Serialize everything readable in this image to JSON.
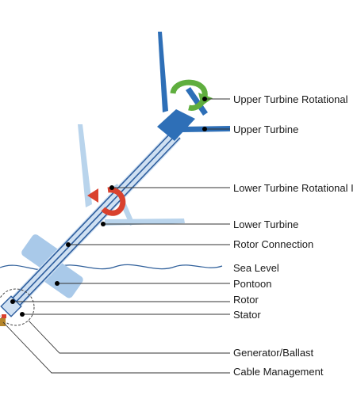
{
  "labels": {
    "upper_turbine_rotational": "Upper Turbine Rotational",
    "upper_turbine": "Upper Turbine",
    "lower_turbine_rotational": "Lower Turbine Rotational I",
    "lower_turbine": "Lower Turbine",
    "rotor_connection": "Rotor Connection",
    "sea_level": "Sea Level",
    "pontoon": "Pontoon",
    "rotor": "Rotor",
    "stator": "Stator",
    "generator_ballast": "Generator/Ballast",
    "cable_management": "Cable Management"
  },
  "colors": {
    "upper_turbine": "#2e6fb7",
    "lower_turbine": "#b9d4ec",
    "pontoon": "#a9c9e9",
    "shaft_outer": "#cfe0f2",
    "shaft_lines": "#2e5e9e",
    "upper_rotation_arrow": "#5fae3e",
    "lower_rotation_arrow": "#d9412e",
    "sea_level_line": "#2f5f9a",
    "leader_line": "#333333",
    "generator": "#b5852a",
    "stator": "#d9412e"
  },
  "icons": {
    "upper_rotation": "curved-arrow-icon",
    "lower_rotation": "curved-arrow-icon"
  }
}
